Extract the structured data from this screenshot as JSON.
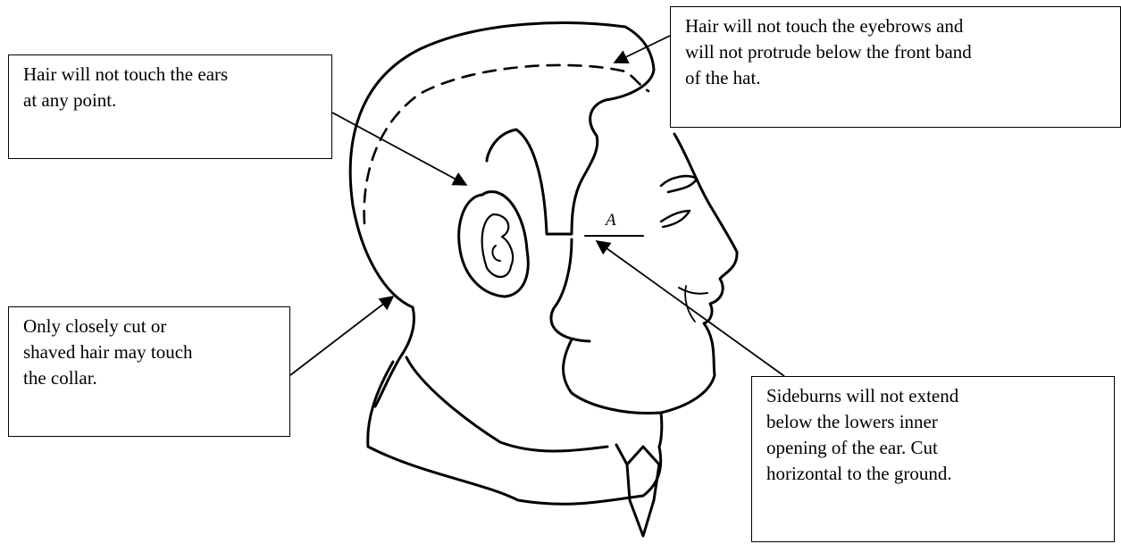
{
  "callouts": {
    "ears": "Hair will not touch the ears\nat any point.",
    "eyebrows": "Hair will not touch the eyebrows and\nwill not protrude below the front band\nof the hat.",
    "collar": "Only closely cut or\nshaved hair may touch\nthe collar.",
    "sideburns": "Sideburns will not extend\nbelow the lowers inner\nopening of the ear.  Cut\nhorizontal to the ground."
  },
  "sideburn_marker": "A",
  "colors": {
    "line": "#000000",
    "background": "#ffffff"
  }
}
